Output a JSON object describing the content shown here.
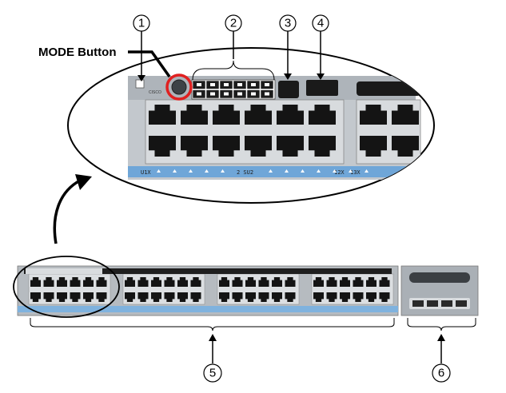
{
  "diagram": {
    "title": "",
    "mode_label": "MODE Button",
    "callouts": [
      {
        "id": "1",
        "label": "1"
      },
      {
        "id": "2",
        "label": "2"
      },
      {
        "id": "3",
        "label": "3"
      },
      {
        "id": "4",
        "label": "4"
      },
      {
        "id": "5",
        "label": "5"
      },
      {
        "id": "6",
        "label": "6"
      }
    ],
    "zoom_port_labels": {
      "left": "U1X",
      "mid": "2 SU2",
      "right1": "12X",
      "right2": "13X"
    },
    "brand_text": "CISCO",
    "colors": {
      "chassis": "#c9cdd1",
      "port_frame": "#d9dcdf",
      "port": "#151515",
      "strip": "#6fa6d8",
      "highlight": "#e02020",
      "outline": "#000000"
    }
  }
}
